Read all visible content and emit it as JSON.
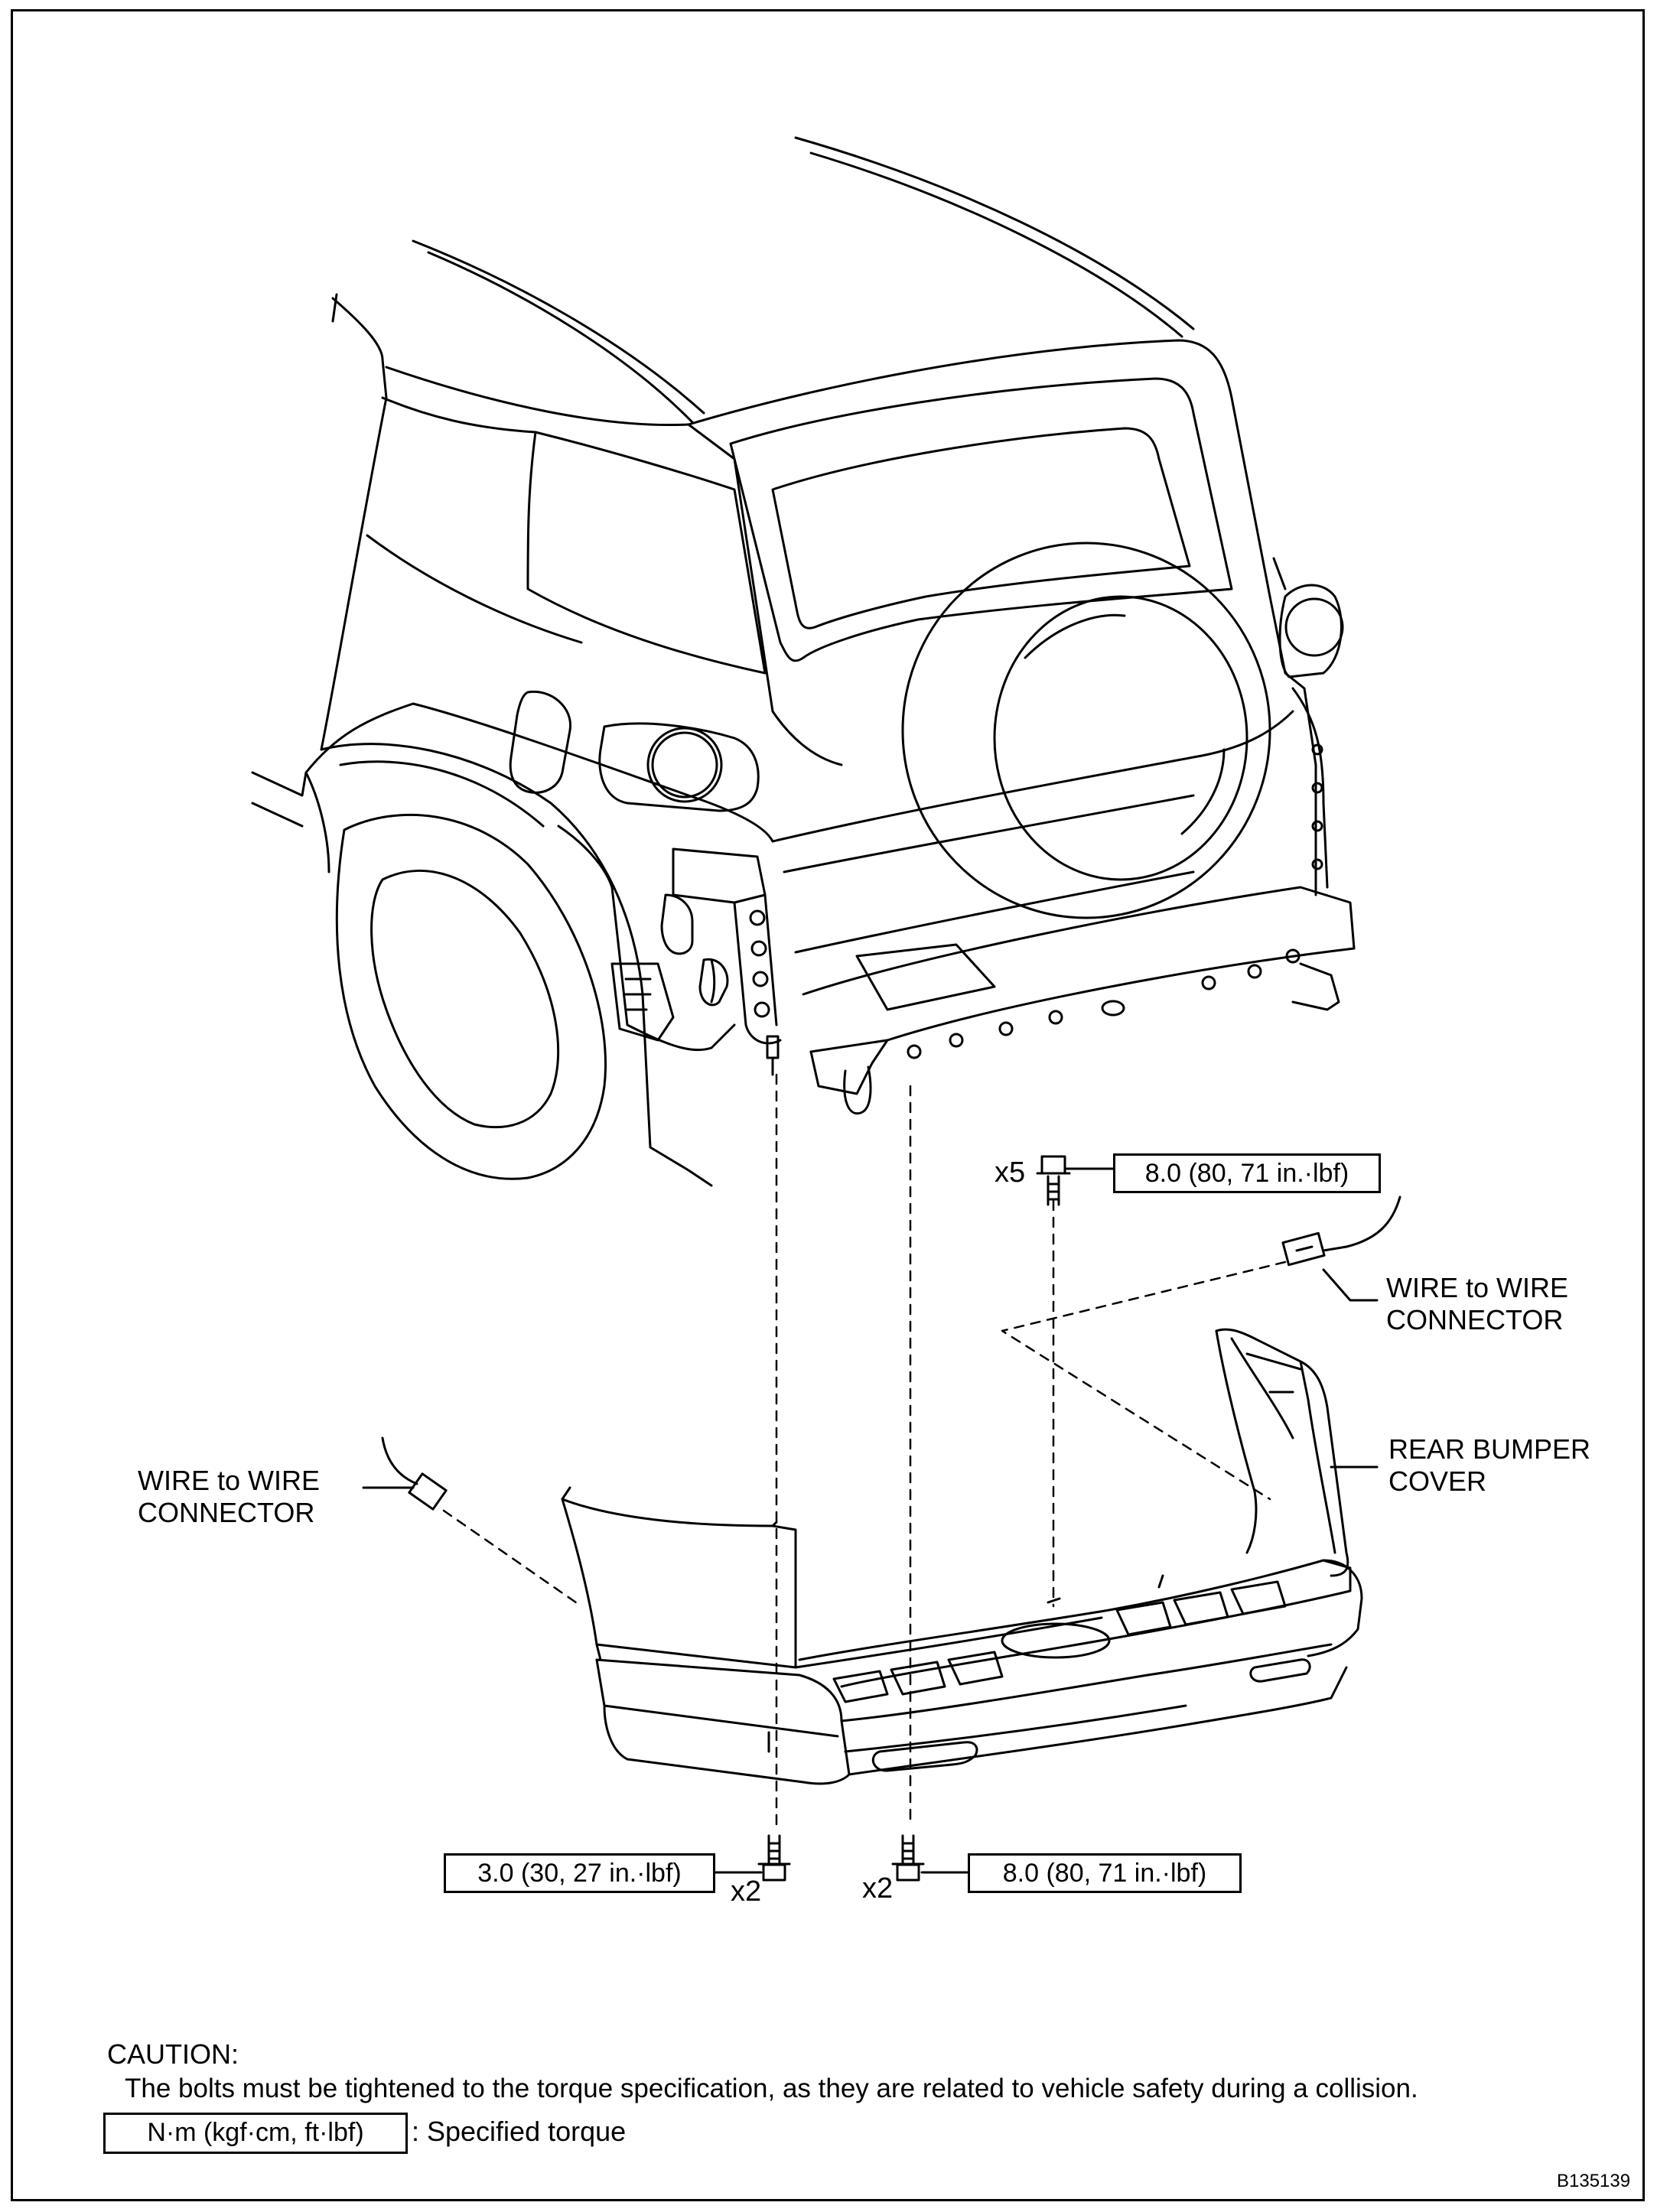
{
  "labels": {
    "wire_connector_right": [
      "WIRE to WIRE",
      "CONNECTOR"
    ],
    "wire_connector_left": [
      "WIRE to WIRE",
      "CONNECTOR"
    ],
    "rear_bumper_cover": [
      "REAR BUMPER",
      "COVER"
    ]
  },
  "torque_specs": {
    "top_bolt_qty": "x5",
    "top_bolt_torque": "8.0 (80, 71 in.·lbf)",
    "bottom_left_bolt_qty": "x2",
    "bottom_left_bolt_torque": "3.0 (30, 27 in.·lbf)",
    "bottom_right_bolt_qty": "x2",
    "bottom_right_bolt_torque": "8.0 (80, 71 in.·lbf)"
  },
  "caution": {
    "heading": "CAUTION:",
    "text": "The bolts must be tightened to the torque specification, as they are related to vehicle safety during a collision."
  },
  "legend": {
    "box_text": "N·m (kgf·cm, ft·lbf)",
    "description": ": Specified torque"
  },
  "figure_id": "B135139"
}
